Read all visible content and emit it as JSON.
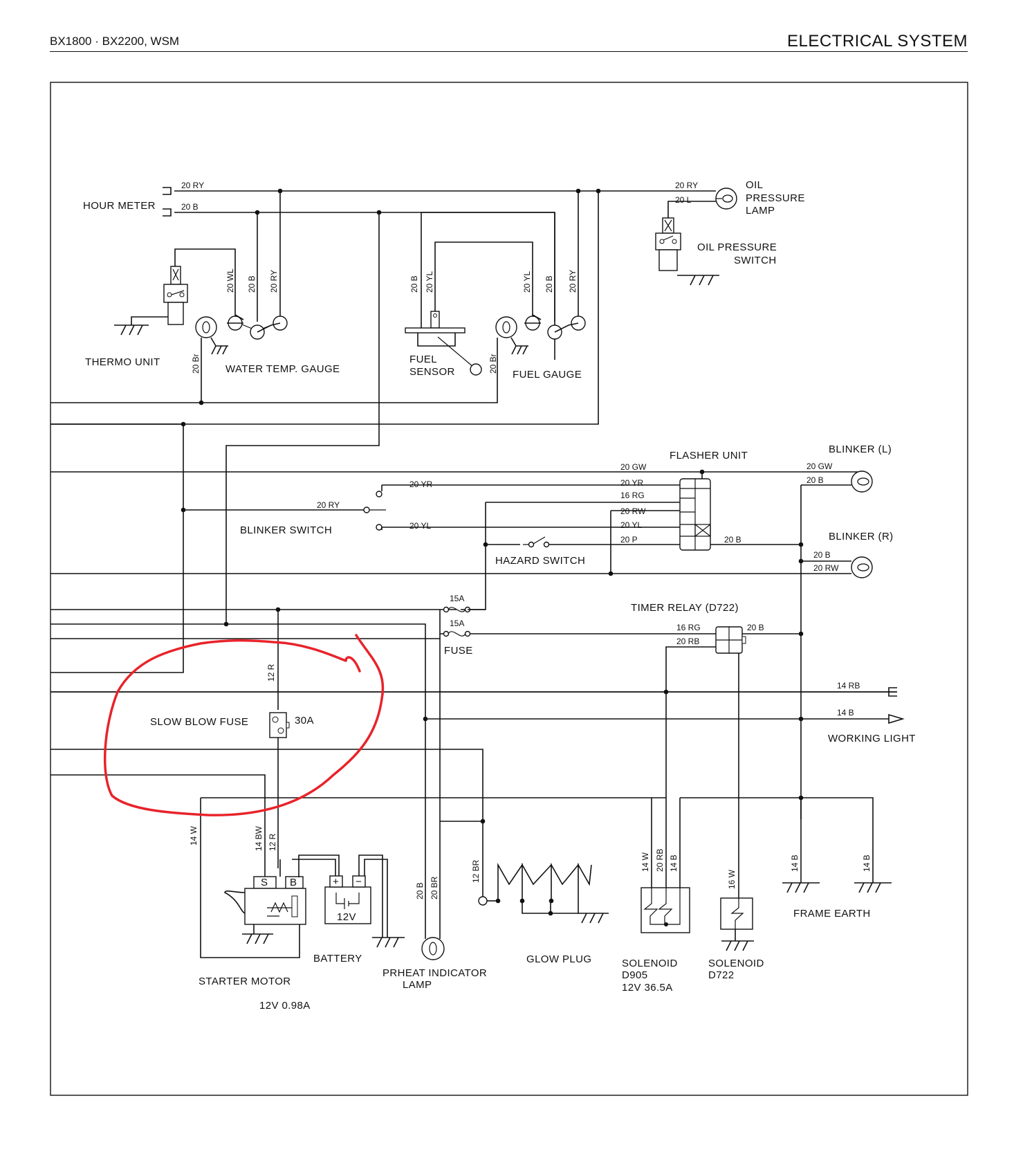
{
  "header": {
    "left": "BX1800 · BX2200, WSM",
    "right": "ELECTRICAL  SYSTEM"
  },
  "labels": {
    "hour_meter": "HOUR  METER",
    "oil_l1": "OIL",
    "oil_l2": "PRESSURE",
    "oil_l3": "LAMP",
    "ops_l1": "OIL  PRESSURE",
    "ops_l2": "SWITCH",
    "thermo_unit": "THERMO  UNIT",
    "water_temp_gauge": "WATER  TEMP.  GAUGE",
    "fuel_sensor_l1": "FUEL",
    "fuel_sensor_l2": "SENSOR",
    "fuel_gauge": "FUEL  GAUGE",
    "flasher_unit": "FLASHER  UNIT",
    "blinker_l": "BLINKER (L)",
    "blinker_r": "BLINKER (R)",
    "blinker_switch": "BLINKER  SWITCH",
    "hazard_switch": "HAZARD  SWITCH",
    "timer_relay": "TIMER  RELAY (D722)",
    "fuse": "FUSE",
    "fuse_15a_1": "15A",
    "fuse_15a_2": "15A",
    "slow_blow_fuse": "SLOW  BLOW  FUSE",
    "slow_blow_rating": "30A",
    "working_light": "WORKING  LIGHT",
    "battery": "BATTERY",
    "battery_voltage": "12V",
    "battery_plus": "+",
    "battery_minus": "−",
    "starter_motor": "STARTER  MOTOR",
    "starter_rating": "12V  0.98A",
    "starter_s": "S",
    "starter_b": "B",
    "preheat_l1": "PRHEAT  INDICATOR",
    "preheat_l2": "LAMP",
    "glow_plug": "GLOW  PLUG",
    "sol_d905_l1": "SOLENOID",
    "sol_d905_l2": "D905",
    "sol_d905_l3": "12V  36.5A",
    "sol_d722_l1": "SOLENOID",
    "sol_d722_l2": "D722",
    "frame_earth": "FRAME  EARTH"
  },
  "wires": {
    "hm_ry": "20 RY",
    "hm_b": "20 B",
    "op_ry": "20 RY",
    "op_l": "20 L",
    "wt_wl": "20 WL",
    "wt_b": "20 B",
    "wt_ry": "20 RY",
    "wt_br": "20 Br",
    "fs_b": "20 B",
    "fs_yl": "20 YL",
    "fg_yl": "20 YL",
    "fg_b": "20 B",
    "fg_ry": "20 RY",
    "fg_br": "20 Br",
    "fl_gw": "20 GW",
    "fl_yr": "20 YR",
    "fl_rg": "16 RG",
    "fl_rw": "20 RW",
    "fl_yl": "20 YL",
    "fl_p": "20 P",
    "fl_b": "20 B",
    "bl_gw": "20 GW",
    "bl_b": "20 B",
    "br_b": "20 B",
    "br_rw": "20 RW",
    "sw_yr": "20 YR",
    "sw_ry": "20 RY",
    "sw_yl": "20 YL",
    "tr_rg": "16 RG",
    "tr_rb": "20 RB",
    "tr_b": "20 B",
    "wl_rb": "14 RB",
    "wl_b": "14 B",
    "sbf_r": "12 R",
    "st_w": "14 W",
    "st_bw": "14 BW",
    "st_r": "12 R",
    "ph_b": "20 B",
    "ph_br": "20 BR",
    "gp_br": "12 BR",
    "sol_w": "14 W",
    "sol_rb": "20 RB",
    "sol_b": "14 B",
    "sol2_w": "16 W",
    "fe_b1": "14 B",
    "fe_b2": "14 B"
  },
  "annotation": {
    "color": "#e8232a",
    "shape": "circle around slow blow fuse"
  }
}
